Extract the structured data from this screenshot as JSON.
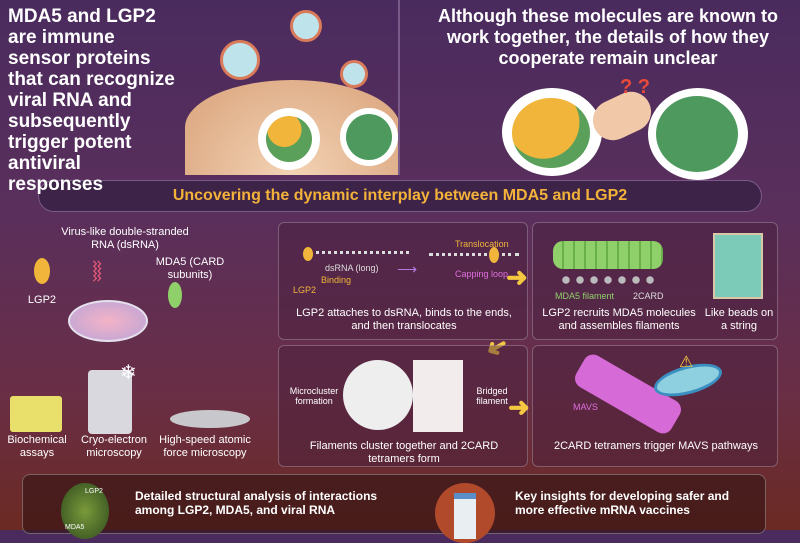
{
  "headline_left": "MDA5 and LGP2 are immune sensor proteins that can recognize viral RNA and subsequently trigger potent antiviral responses",
  "headline_right": "Although these molecules are known to work together, the details of how they cooperate remain unclear",
  "question_marks": "? ?",
  "banner": "Uncovering the dynamic interplay between MDA5 and LGP2",
  "methods": {
    "dsrna": "Virus-like double-stranded RNA (dsRNA)",
    "mda5": "MDA5 (CARD subunits)",
    "lgp2": "LGP2",
    "items": [
      "Biochemical assays",
      "Cryo-electron microscopy",
      "High-speed atomic force microscopy"
    ]
  },
  "panels": {
    "p1": {
      "translocation": "Translocation",
      "dsrna": "dsRNA (long)",
      "binding": "Binding",
      "lgp2": "LGP2",
      "capping": "Capping loop",
      "caption": "LGP2 attaches to dsRNA, binds to the ends, and then translocates"
    },
    "p2": {
      "filament": "MDA5 filament",
      "card": "2CARD",
      "caption": "LGP2 recruits MDA5 molecules and assembles filaments",
      "beads": "Like beads on a string"
    },
    "p3": {
      "micro": "Microcluster formation",
      "bridged": "Bridged filament",
      "caption": "Filaments cluster together and 2CARD tetramers form"
    },
    "p4": {
      "mavs": "MAVS",
      "caption": "2CARD tetramers trigger MAVS pathways"
    }
  },
  "bottom": {
    "left": "Detailed structural analysis of interactions among LGP2, MDA5, and viral RNA",
    "right": "Key insights for developing safer and more effective mRNA vaccines",
    "lgp2_tag": "LGP2",
    "mda5_tag": "MDA5"
  }
}
